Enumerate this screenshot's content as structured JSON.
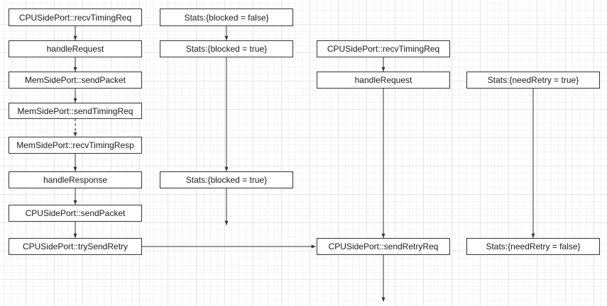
{
  "diagram": {
    "line_color": "#333333",
    "nodes": {
      "recv_timing_req_1": "CPUSidePort::recvTimingReq",
      "handle_request_1": "handleRequest",
      "mem_send_packet": "MemSidePort::sendPacket",
      "mem_send_timing_req": "MemSidePort::sendTimingReq",
      "mem_recv_timing_resp": "MemSidePort::recvTimingResp",
      "handle_response": "handleResponse",
      "cpu_send_packet": "CPUSidePort::sendPacket",
      "cpu_try_send_retry": "CPUSidePort::trySendRetry",
      "stats_blocked_false": "Stats:{blocked = false}",
      "stats_blocked_true_1": "Stats:{blocked = true}",
      "stats_blocked_true_2": "Stats:{blocked = true}",
      "recv_timing_req_2": "CPUSidePort::recvTimingReq",
      "handle_request_2": "handleRequest",
      "cpu_send_retry_req": "CPUSidePort::sendRetryReq",
      "stats_need_retry_true": "Stats:{needRetry = true}",
      "stats_need_retry_false": "Stats:{needRetry = false}"
    }
  }
}
